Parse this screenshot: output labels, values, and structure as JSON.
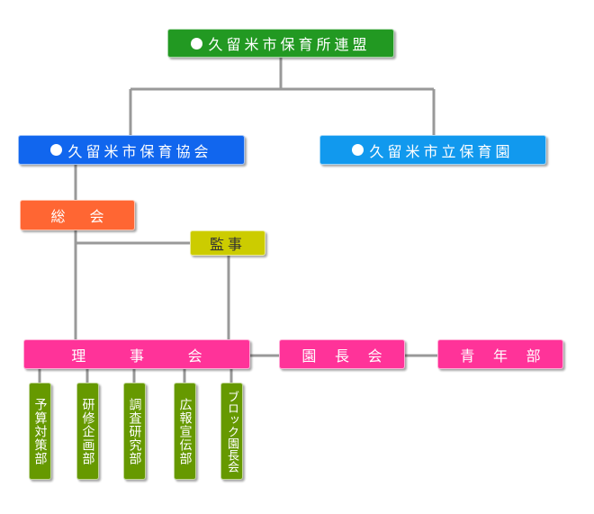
{
  "colors": {
    "federation": "#229922",
    "association": "#1166ee",
    "public": "#1199ee",
    "general": "#ff6633",
    "audit": "#cccc00",
    "board": "#ff3399",
    "committee": "#669900",
    "connector": "#999999"
  },
  "nodes": {
    "federation": "久留米市保育所連盟",
    "association": "久留米市保育協会",
    "public_nursery": "久留米市立保育園",
    "general_assembly": [
      "総",
      "会"
    ],
    "auditor": "監事",
    "board": [
      "理",
      "事",
      "会"
    ],
    "directors_council": [
      "園",
      "長",
      "会"
    ],
    "youth_division": [
      "青",
      "年",
      "部"
    ]
  },
  "committees": [
    "予算対策部",
    "研修企画部",
    "調査研究部",
    "広報宣伝部",
    "ブロック園長会"
  ]
}
